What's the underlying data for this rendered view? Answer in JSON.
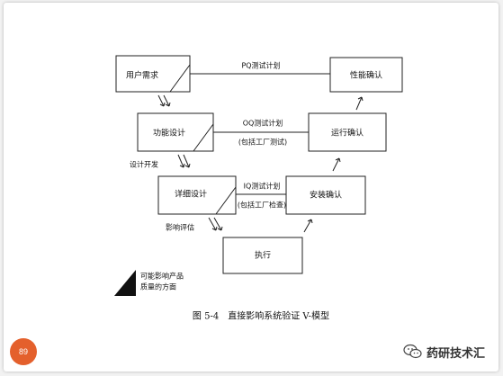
{
  "boxes": {
    "user_requirements": "用户需求",
    "performance_confirm": "性能确认",
    "functional_design": "功能设计",
    "operation_confirm": "运行确认",
    "detailed_design": "详细设计",
    "installation_confirm": "安装确认",
    "execution": "执行"
  },
  "connectors": {
    "pq_plan": "PQ测试计划",
    "oq_plan": "OQ测试计划",
    "oq_sub": "(包括工厂测试)",
    "iq_plan": "IQ测试计划",
    "iq_sub": "(包括工厂检查)"
  },
  "side_labels": {
    "design_development": "设计开发",
    "impact_assessment": "影响评估",
    "quality_impact_line1": "可能影响产品",
    "quality_impact_line2": "质量的方面"
  },
  "caption": "图 5-4　直接影响系统验证 V-模型",
  "page_number": "89",
  "watermark_text": "药研技术汇",
  "colors": {
    "badge": "#e4602c"
  }
}
